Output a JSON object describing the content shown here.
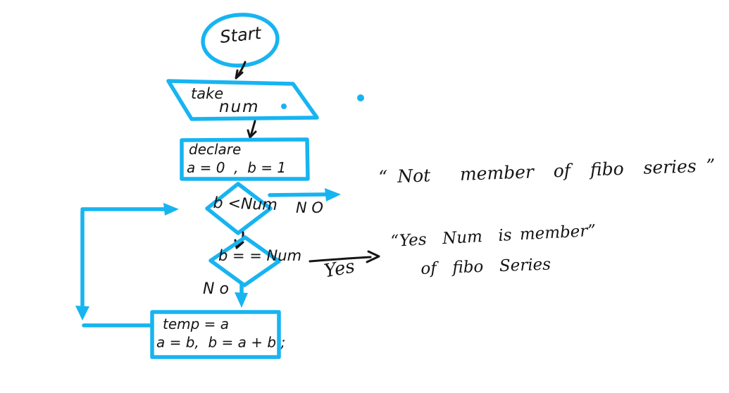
{
  "diagram": {
    "type": "hand-drawn flowchart",
    "subject": "Check whether Num is a member of the Fibonacci series",
    "colors": {
      "shape_stroke": "#17b4f1",
      "ink": "#161616",
      "background": "#ffffff"
    },
    "nodes": {
      "start": {
        "shape": "oval",
        "label": "Start"
      },
      "input": {
        "shape": "parallelogram",
        "line1": "take",
        "line2": "num"
      },
      "declare": {
        "shape": "rectangle",
        "line1": "declare",
        "line2": "a = 0  ,  b = 1"
      },
      "check_less": {
        "shape": "diamond",
        "label": "b <Num"
      },
      "check_equal": {
        "shape": "diamond",
        "label": "b = = Num"
      },
      "update": {
        "shape": "rectangle",
        "line1": "temp = a",
        "line2": "a = b,  b = a + b ;"
      }
    },
    "edges": {
      "less_no_label": "N O",
      "equal_yes_label": "Yes",
      "equal_no_label": "N o"
    },
    "annotations": {
      "not_member": "“ Not   member  of  fibo  series ”",
      "yes_member_line1": "“Yes  Num  is member”",
      "yes_member_line2": "of  fibo  Series"
    }
  }
}
